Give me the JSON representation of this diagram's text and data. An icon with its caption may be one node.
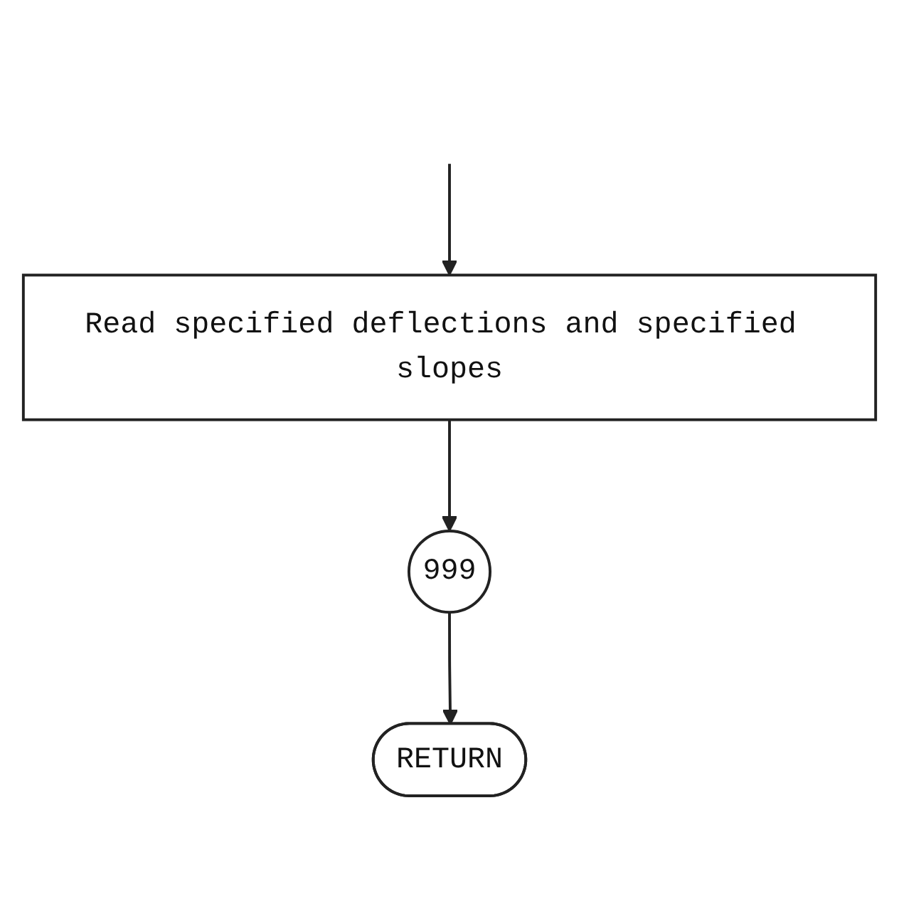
{
  "diagram": {
    "nodes": [
      {
        "text": [
          "Read specified deflections and specified slopes"
        ]
      },
      {
        "text": [
          "999"
        ]
      },
      {
        "text": [
          "RETURN"
        ]
      }
    ],
    "edges": [
      {
        "from": null,
        "to": 0,
        "arrow": "to"
      },
      {
        "from": 0,
        "to": 1,
        "arrow": "to"
      },
      {
        "from": 1,
        "to": 2,
        "arrow": "to"
      }
    ]
  }
}
